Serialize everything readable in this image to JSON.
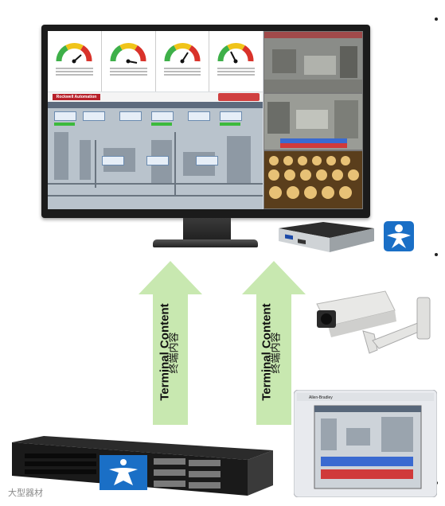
{
  "arrows": [
    {
      "label_en": "Terminal Content",
      "label_cn": "终端内容"
    },
    {
      "label_en": "Terminal Content",
      "label_cn": "终端内容"
    }
  ],
  "watermark": "大型器材",
  "hmi": {
    "brand": "Rockwell Automation"
  },
  "tablet": {
    "brand": "Allen-Bradley"
  },
  "colors": {
    "arrow_fill": "#c8e8b0",
    "logo_blue": "#1a6fc6",
    "gauge_red": "#d9322a",
    "gauge_yellow": "#f0c419",
    "gauge_green": "#3eb049"
  },
  "icons": [
    "thinmanager-logo-icon",
    "security-camera-icon",
    "server-rack-icon",
    "thin-client-icon",
    "touch-panel-icon",
    "gauge-icon"
  ]
}
